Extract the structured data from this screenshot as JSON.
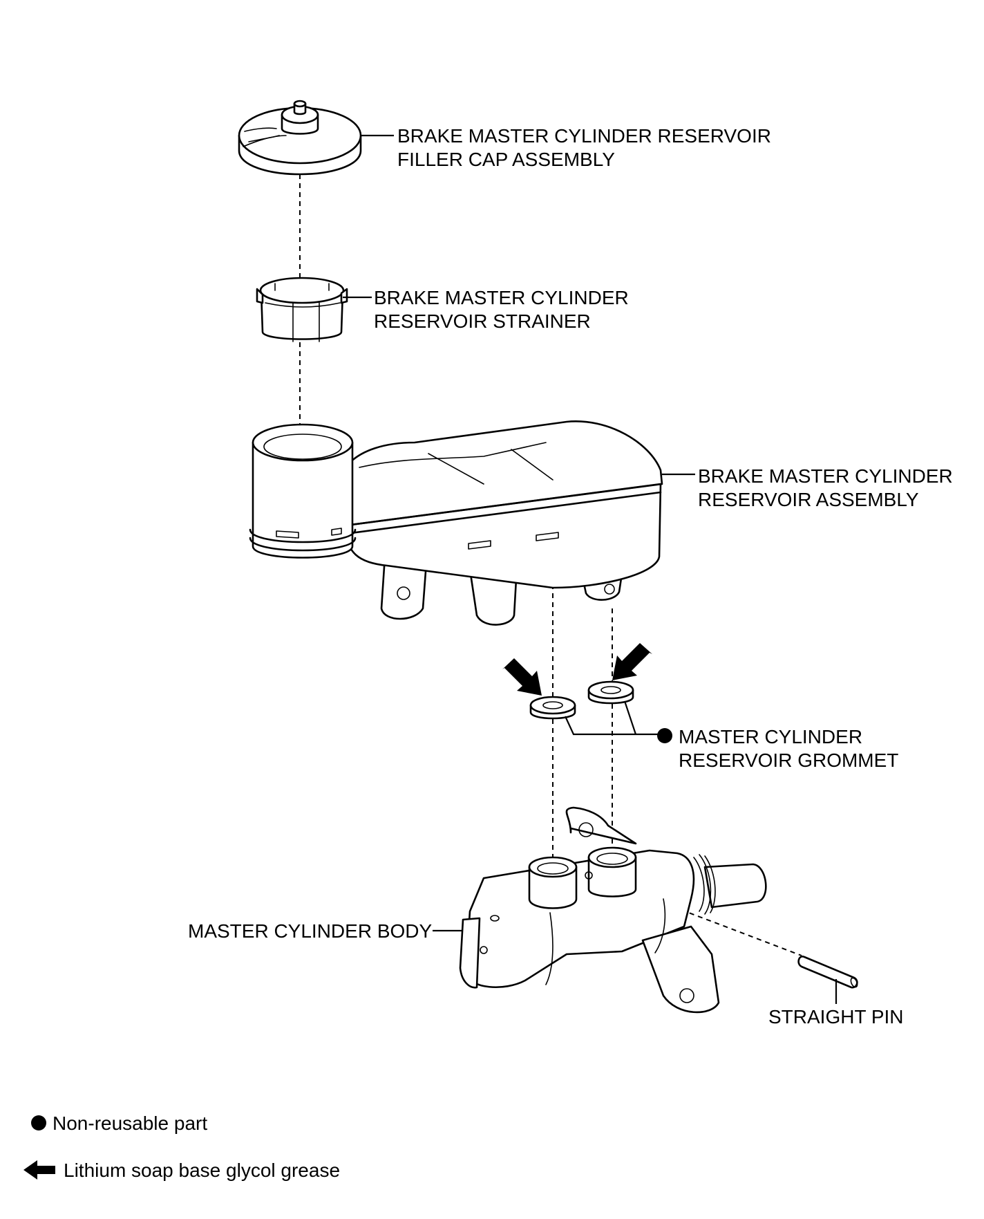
{
  "labels": {
    "filler_cap": [
      "BRAKE MASTER CYLINDER RESERVOIR",
      "FILLER CAP ASSEMBLY"
    ],
    "strainer": [
      "BRAKE MASTER CYLINDER",
      "RESERVOIR STRAINER"
    ],
    "reservoir": [
      "BRAKE MASTER CYLINDER",
      "RESERVOIR ASSEMBLY"
    ],
    "grommet": [
      "MASTER CYLINDER",
      "RESERVOIR GROMMET"
    ],
    "body": "MASTER CYLINDER BODY",
    "pin": "STRAIGHT PIN"
  },
  "legend": {
    "non_reusable": "Non-reusable part",
    "grease": "Lithium soap base glycol grease"
  }
}
